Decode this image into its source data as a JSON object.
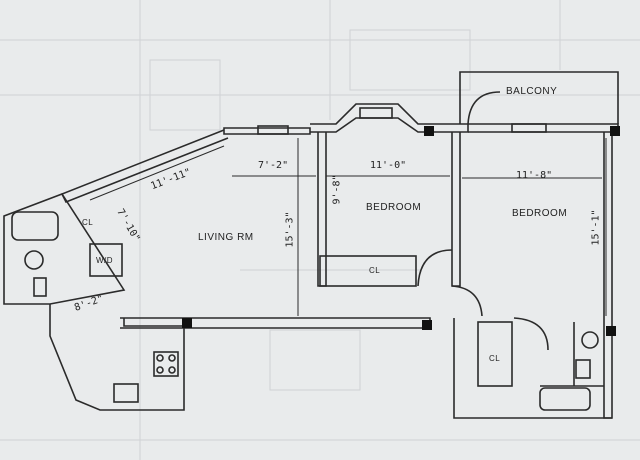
{
  "rooms": {
    "balcony": "BALCONY",
    "bedroom_1": "BEDROOM",
    "bedroom_2": "BEDROOM",
    "living": "LIVING RM",
    "closet_bedroom1": "CL",
    "closet_bedroom2": "CL",
    "closet_bath": "CL",
    "washer_dryer": "W/D"
  },
  "dimensions": {
    "living_width": "7'-2\"",
    "bedroom1_width": "11'-0\"",
    "bedroom2_width": "11'-8\"",
    "angled_wall": "11'-11\"",
    "living_depth": "15'-3\"",
    "bedroom1_depth": "9'-8\"",
    "bedroom2_depth": "15'-1\"",
    "bath_depth": "7'-10\"",
    "bath_width": "8'-2\""
  },
  "colors": {
    "background": "#e9ebec",
    "line": "#2b2b2b",
    "faint": "#c9cccf",
    "column": "#111111"
  }
}
